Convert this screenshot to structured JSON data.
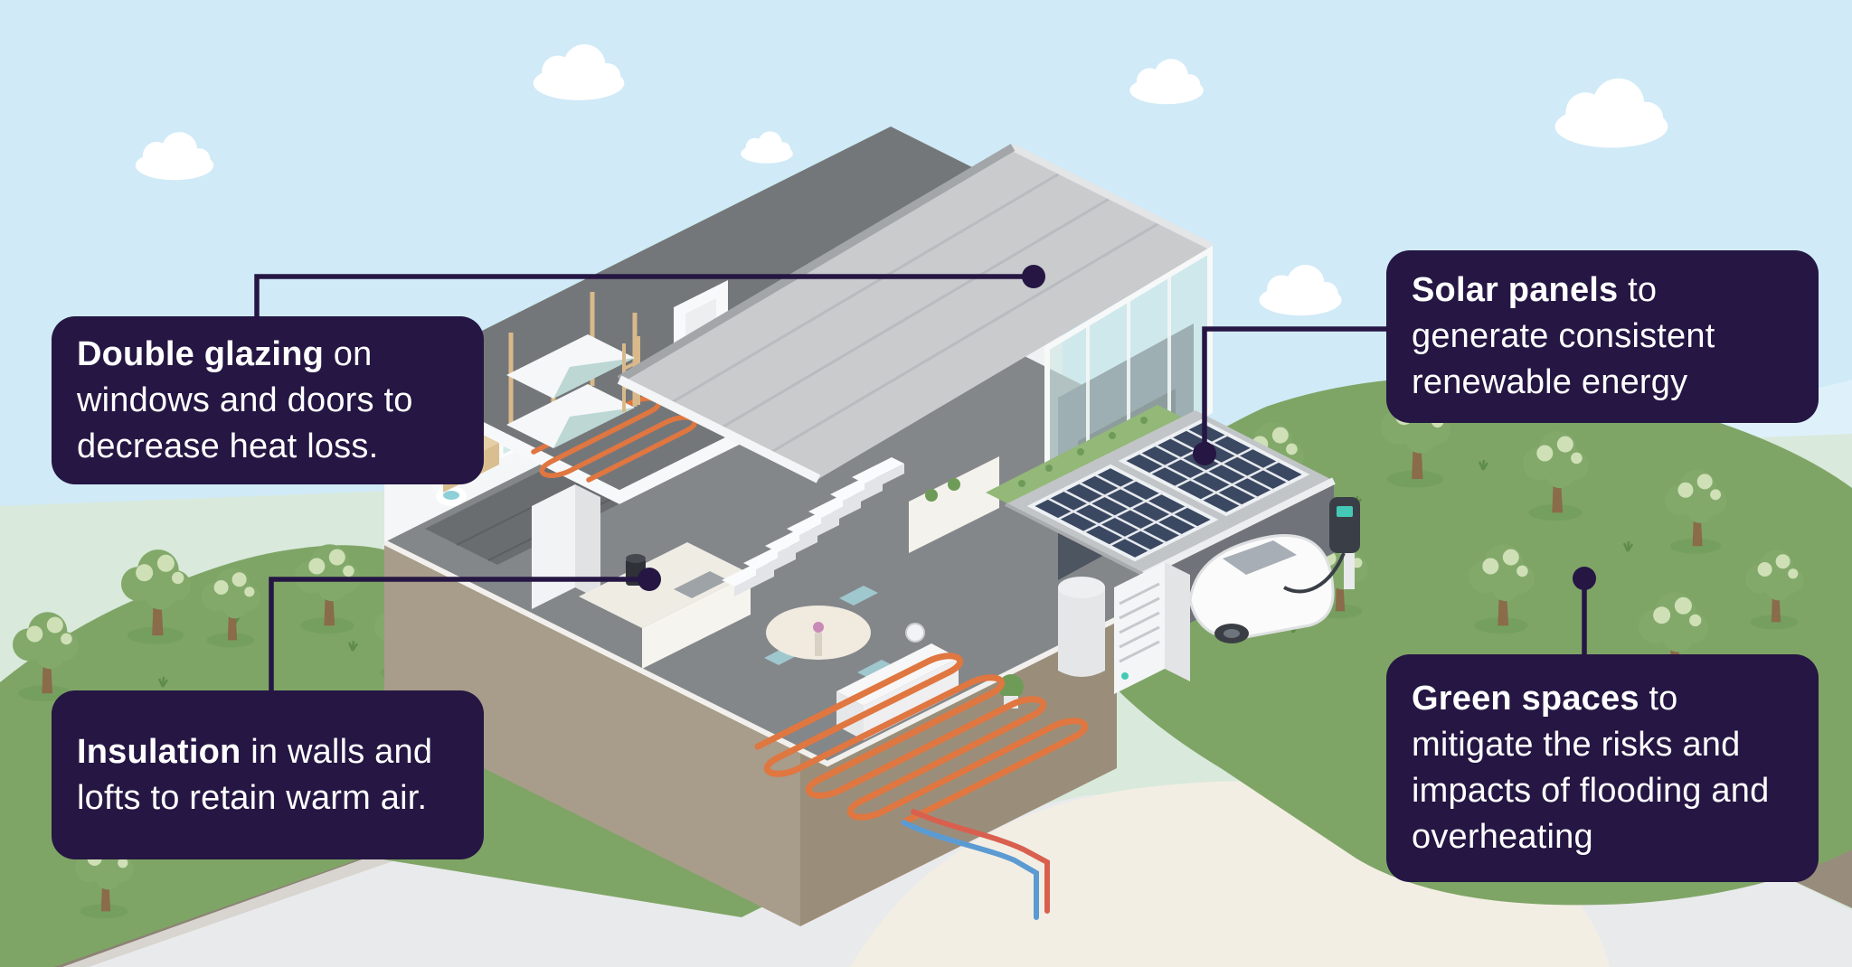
{
  "scene": {
    "description": "Cutaway isometric illustration of an energy-efficient home with labelled sustainability features",
    "colors": {
      "callout_background": "#251643",
      "callout_text": "#FFFFFF",
      "connector_line": "#251643",
      "sky": "#D0EAF7",
      "sky_light": "#DEF1FA",
      "cloud": "#FFFFFF",
      "hill_green": "#7FA566",
      "tree_green": "#82A96A",
      "backdrop_green": "#D9E9DC",
      "pavement_grey": "#E9EAEC",
      "driveway_cream": "#F3EEE4",
      "road_taupe": "#988D7D",
      "soil_brown": "#A89C8A",
      "roof_grey": "#C9CBCD",
      "solar_panel_blue": "#3B4862",
      "green_roof": "#93B878",
      "heating_pipe_orange": "#E07640",
      "heating_pipe_red": "#D9604E",
      "water_pipe_blue": "#5C9BD2",
      "ev_screen_teal": "#45C9B7"
    }
  },
  "callouts": [
    {
      "id": "double-glazing",
      "bold": "Double glazing",
      "rest": " on windows and doors to decrease heat loss."
    },
    {
      "id": "insulation",
      "bold": "Insulation",
      "rest": " in walls and lofts to retain warm air."
    },
    {
      "id": "solar-panels",
      "bold": "Solar panels",
      "rest": " to generate consistent renewable energy"
    },
    {
      "id": "green-spaces",
      "bold": "Green spaces",
      "rest": " to mitigate the risks and impacts of flooding and overheating"
    }
  ],
  "illustration": {
    "icons": [
      "roof-icon",
      "solar-panel-icon",
      "green-roof-icon",
      "double-glazed-window-icon",
      "window-icon",
      "underfloor-heating-icon",
      "radiator-icon",
      "heat-pump-icon",
      "hot-water-tank-icon",
      "ev-charger-icon",
      "electric-car-icon",
      "bunk-bed-icon",
      "double-bed-icon",
      "stairs-icon",
      "kitchen-icon",
      "fridge-icon",
      "dining-table-icon",
      "sofa-icon",
      "tv-icon",
      "washing-machine-icon",
      "shower-icon",
      "toilet-icon",
      "tree-icon",
      "cloud-icon",
      "hill-icon",
      "road-icon",
      "soil-cutaway-icon"
    ]
  }
}
